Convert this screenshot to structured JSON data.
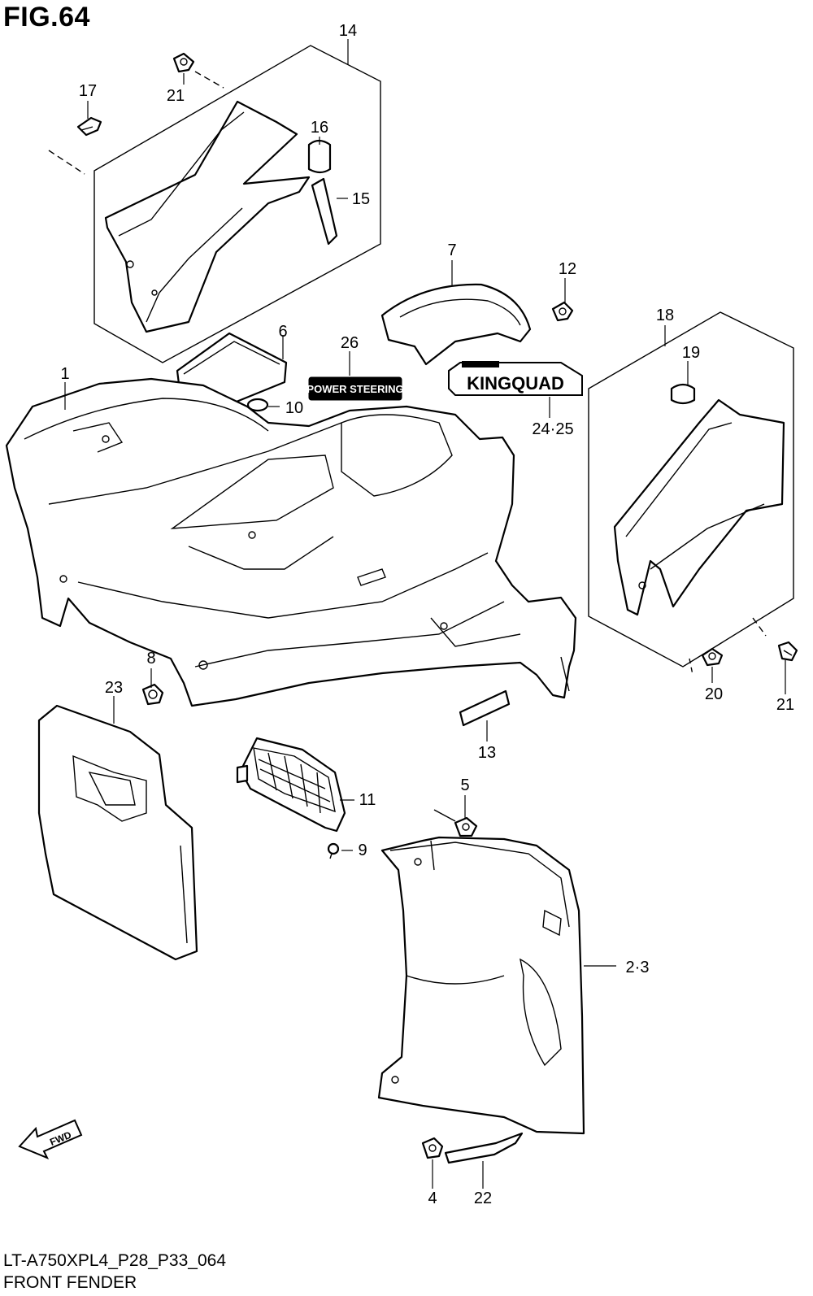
{
  "figure": {
    "title": "FIG.64",
    "code": "LT-A750XPL4_P28_P33_064",
    "name": "FRONT FENDER"
  },
  "callouts": {
    "c1": "1",
    "c23": "2·3",
    "c4": "4",
    "c5": "5",
    "c6": "6",
    "c7": "7",
    "c8": "8",
    "c9": "9",
    "c10": "10",
    "c11": "11",
    "c12": "12",
    "c13": "13",
    "c14": "14",
    "c15": "15",
    "c16": "16",
    "c17": "17",
    "c18": "18",
    "c19": "19",
    "c20": "20",
    "c21a": "21",
    "c21b": "21",
    "c22": "22",
    "c23b": "23",
    "c2425": "24·25",
    "c26": "26"
  },
  "decals": {
    "power_steering": "POWER STEERING",
    "kingquad": "KINGQUAD",
    "fwd": "FWD"
  }
}
